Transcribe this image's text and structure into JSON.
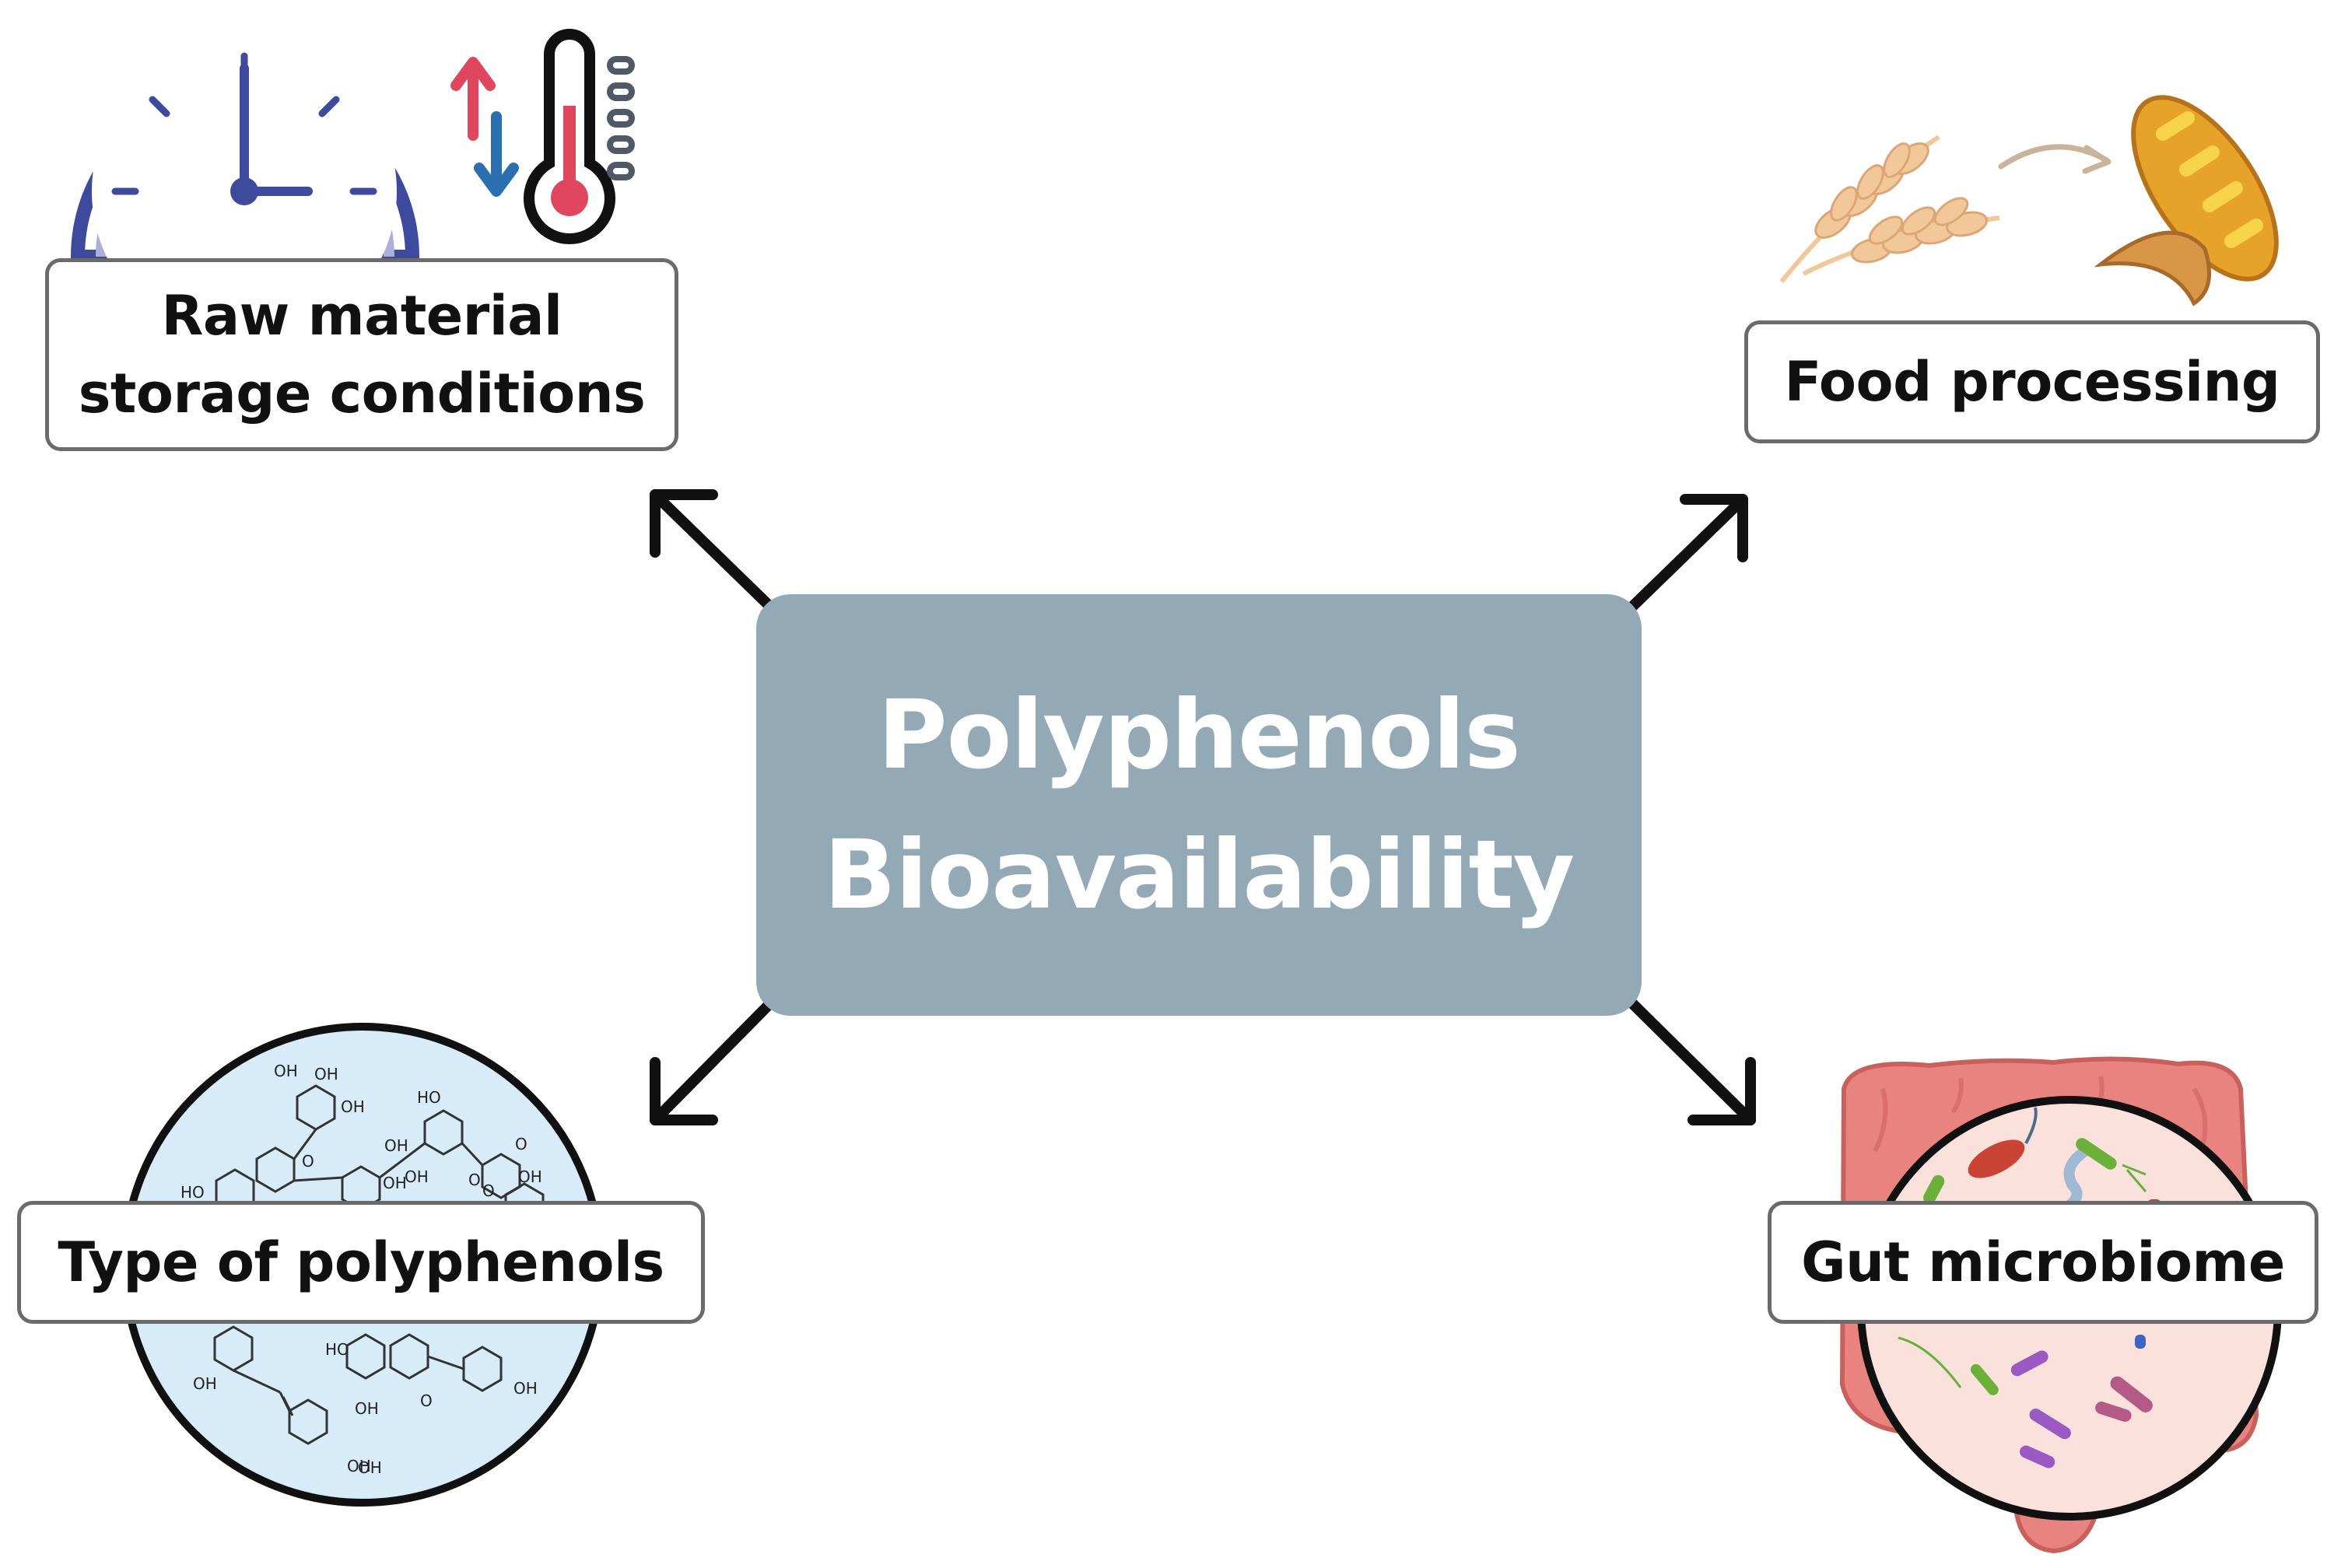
{
  "center": {
    "line1": "Polyphenols",
    "line2": "Bioavailability",
    "color": "#93a9b6"
  },
  "factors": {
    "raw_material": {
      "line1": "Raw material",
      "line2": "storage conditions",
      "icons": [
        "clock-icon",
        "temperature-arrows-icon",
        "thermometer-icon"
      ]
    },
    "food_processing": {
      "label": "Food processing",
      "icons": [
        "wheat-icon",
        "bread-icon",
        "croissant-icon"
      ]
    },
    "polyphenol_type": {
      "label": "Type of polyphenols",
      "icons": [
        "chemical-structures-icon"
      ],
      "structure_labels": [
        "OH",
        "OH",
        "OH",
        "HO",
        "OH",
        "OH",
        "OH",
        "O",
        "O",
        "HO",
        "OH",
        "O",
        "O",
        "OH",
        "HO",
        "OH",
        "OH",
        "O",
        "OH",
        "OH"
      ]
    },
    "gut_microbiome": {
      "label": "Gut microbiome",
      "icons": [
        "intestine-icon",
        "bacteria-icon"
      ]
    }
  },
  "colors": {
    "clock": "#3d4a9e",
    "temp_up": "#e0475f",
    "temp_down": "#2a6fb0",
    "wheat": "#f2c79a",
    "bread": "#e7a22a",
    "molecule_bg": "#d8ebf8",
    "intestine": "#e9837f",
    "microbiome_bg": "#fbe1dc"
  }
}
